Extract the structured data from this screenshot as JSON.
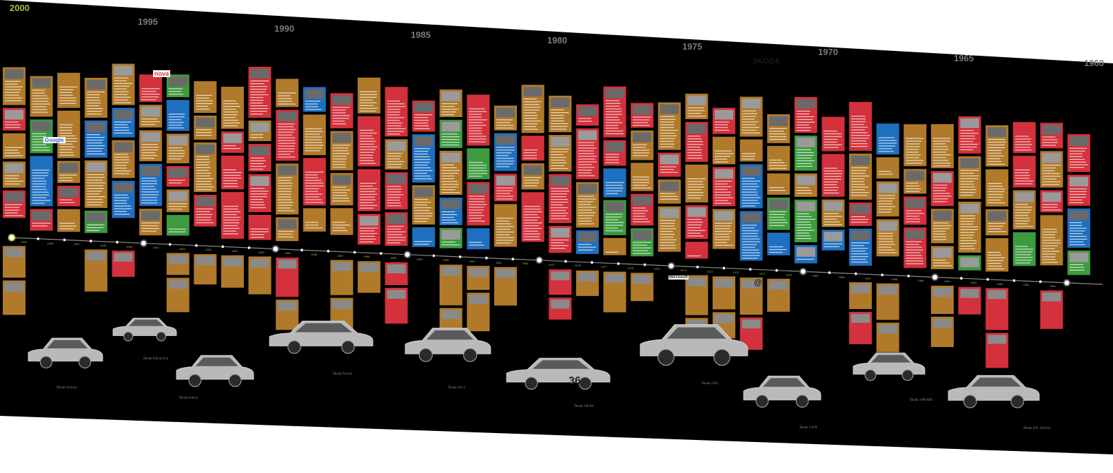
{
  "poster": {
    "colors": {
      "background": "#000000",
      "red_card": "#d3313b",
      "green_card": "#3e9a3f",
      "blue_card": "#1f6fc0",
      "ochre_card": "#b07a2a",
      "start_year": "#9fc23a",
      "decade_year": "#7a7a7a",
      "axis_line": "#8c8c8c",
      "timeline_dot_fill": "#ffffff"
    },
    "decade_labels": [
      "2000",
      "1995",
      "1990",
      "1985",
      "1980",
      "1975",
      "1970",
      "1965",
      "1960"
    ],
    "year_ticks": [
      "1999",
      "1998",
      "1997",
      "1996",
      "1995",
      "1994",
      "1993",
      "1992",
      "1991",
      "1990",
      "1989",
      "1988",
      "1987",
      "1986",
      "1985",
      "1984",
      "1983",
      "1982",
      "1981",
      "1980",
      "1979",
      "1978",
      "1977",
      "1976",
      "1975",
      "1974",
      "1973",
      "1972",
      "1971",
      "1970",
      "1969",
      "1968",
      "1967",
      "1966",
      "1965",
      "1964",
      "1963",
      "1962",
      "1961",
      "1960"
    ],
    "logos": {
      "nova": "nova",
      "google": "Google",
      "skoda_ad": "SKODA",
      "microsoft": "Microsoft",
      "at_sign": "@",
      "dakar": "36"
    },
    "cars": [
      {
        "name": "Škoda Octavia"
      },
      {
        "name": "Škoda Felicia Fun"
      },
      {
        "name": "Škoda Felicia"
      },
      {
        "name": "Škoda Favorit"
      },
      {
        "name": "Škoda 105 L"
      },
      {
        "name": "Škoda 130 RS"
      },
      {
        "name": "Škoda 1203"
      },
      {
        "name": "Škoda 110 R"
      },
      {
        "name": "Škoda 1000 MB"
      },
      {
        "name": "Škoda 450 „Felicia“"
      }
    ]
  }
}
